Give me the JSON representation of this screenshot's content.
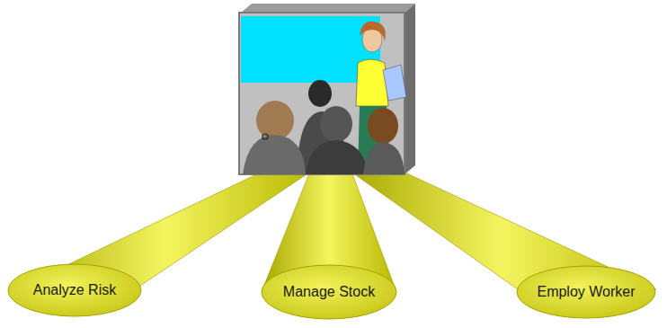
{
  "diagram": {
    "nodes": [
      {
        "text": [
          "Analyze Risk"
        ]
      },
      {
        "text": [
          "Manage Stock"
        ]
      },
      {
        "text": [
          "Employ Worker"
        ]
      }
    ]
  }
}
